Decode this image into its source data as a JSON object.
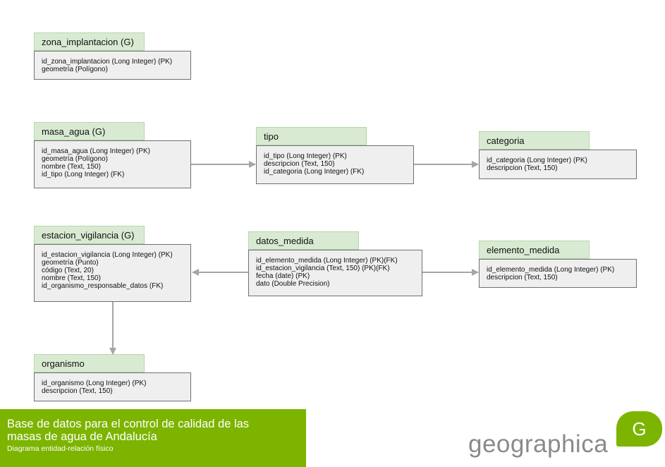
{
  "entities": {
    "zona_implantacion": {
      "title": "zona_implantacion (G)",
      "fields": [
        "id_zona_implantacion (Long Integer) (PK)",
        "geometría (Polígono)"
      ]
    },
    "masa_agua": {
      "title": "masa_agua (G)",
      "fields": [
        "id_masa_agua (Long Integer) (PK)",
        "geometría (Polígono)",
        "nombre (Text, 150)",
        "id_tipo (Long Integer) (FK)"
      ]
    },
    "tipo": {
      "title": "tipo",
      "fields": [
        "id_tipo (Long Integer) (PK)",
        "descripcion (Text, 150)",
        "id_categoria (Long Integer) (FK)"
      ]
    },
    "categoria": {
      "title": "categoria",
      "fields": [
        "id_categoria (Long Integer) (PK)",
        "descripcion (Text, 150)"
      ]
    },
    "estacion_vigilancia": {
      "title": "estacion_vigilancia (G)",
      "fields": [
        "id_estacion_vigilancia (Long Integer) (PK)",
        "geometría (Punto)",
        "código (Text, 20)",
        "nombre (Text, 150)",
        "id_organismo_responsable_datos (FK)"
      ]
    },
    "datos_medida": {
      "title": "datos_medida",
      "fields": [
        "id_elemento_medida (Long Integer) (PK)(FK)",
        "id_estacion_vigilancia (Text, 150) (PK)(FK)",
        "fecha (date) (PK)",
        "dato (Double Precision)"
      ]
    },
    "elemento_medida": {
      "title": "elemento_medida",
      "fields": [
        "id_elemento_medida (Long Integer) (PK)",
        "descripcion (Text, 150)"
      ]
    },
    "organismo": {
      "title": "organismo",
      "fields": [
        "id_organismo (Long Integer) (PK)",
        "descripcion (Text, 150)"
      ]
    }
  },
  "footer": {
    "title_line1": "Base de datos para el control de calidad de las",
    "title_line2": "masas de agua de Andalucía",
    "subtitle": "Diagrama entidad-relación físico"
  },
  "brand": {
    "wordmark": "geographica",
    "badge_letter": "G",
    "color": "#7cb400"
  },
  "colors": {
    "header_fill": "#d9ead3",
    "body_fill": "#efefef",
    "arrow": "#a6a6a6"
  }
}
